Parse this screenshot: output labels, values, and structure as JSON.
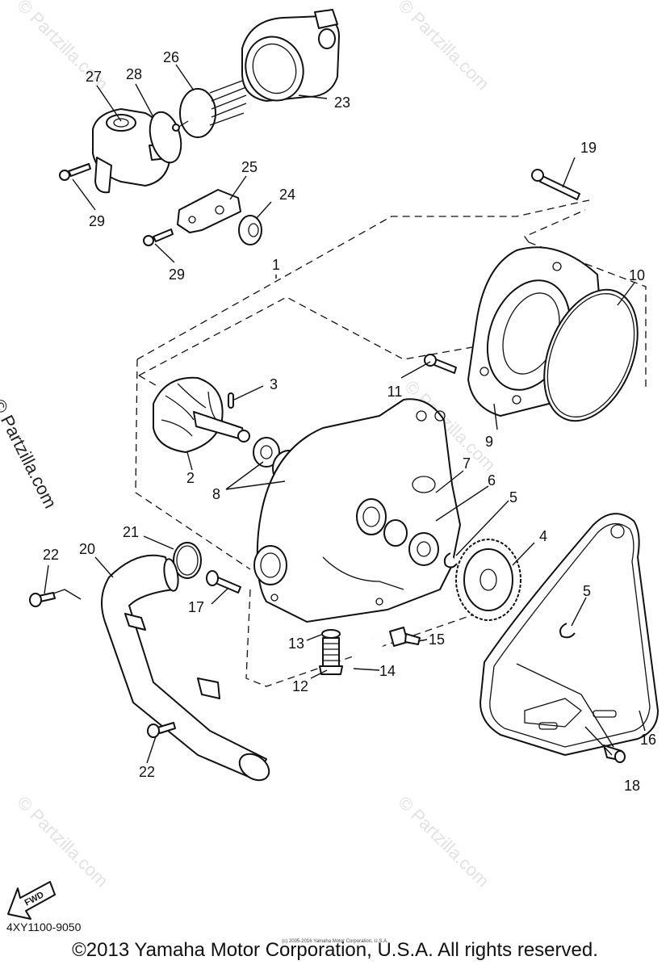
{
  "diagram": {
    "callouts": [
      {
        "id": "c1",
        "text": "1"
      },
      {
        "id": "c2",
        "text": "2"
      },
      {
        "id": "c3",
        "text": "3"
      },
      {
        "id": "c4",
        "text": "4"
      },
      {
        "id": "c5a",
        "text": "5"
      },
      {
        "id": "c5b",
        "text": "5"
      },
      {
        "id": "c6",
        "text": "6"
      },
      {
        "id": "c7",
        "text": "7"
      },
      {
        "id": "c8",
        "text": "8"
      },
      {
        "id": "c9",
        "text": "9"
      },
      {
        "id": "c10",
        "text": "10"
      },
      {
        "id": "c11",
        "text": "11"
      },
      {
        "id": "c12",
        "text": "12"
      },
      {
        "id": "c13",
        "text": "13"
      },
      {
        "id": "c14",
        "text": "14"
      },
      {
        "id": "c15",
        "text": "15"
      },
      {
        "id": "c16",
        "text": "16"
      },
      {
        "id": "c17",
        "text": "17"
      },
      {
        "id": "c18",
        "text": "18"
      },
      {
        "id": "c19",
        "text": "19"
      },
      {
        "id": "c20",
        "text": "20"
      },
      {
        "id": "c21",
        "text": "21"
      },
      {
        "id": "c22a",
        "text": "22"
      },
      {
        "id": "c22b",
        "text": "22"
      },
      {
        "id": "c23",
        "text": "23"
      },
      {
        "id": "c24",
        "text": "24"
      },
      {
        "id": "c25",
        "text": "25"
      },
      {
        "id": "c26",
        "text": "26"
      },
      {
        "id": "c27",
        "text": "27"
      },
      {
        "id": "c28",
        "text": "28"
      },
      {
        "id": "c29a",
        "text": "29"
      },
      {
        "id": "c29b",
        "text": "29"
      }
    ],
    "fwd_label": "FWD",
    "watermark": "© Partzilla.com",
    "side_watermark": "© Partzilla.com",
    "diagram_code": "4XY1100-9050",
    "small_credit": "(c) 2005-2016 Yamaha Motor Corporation, U.S.A.",
    "copyright": "©2013 Yamaha Motor Corporation, U.S.A. All rights reserved."
  }
}
